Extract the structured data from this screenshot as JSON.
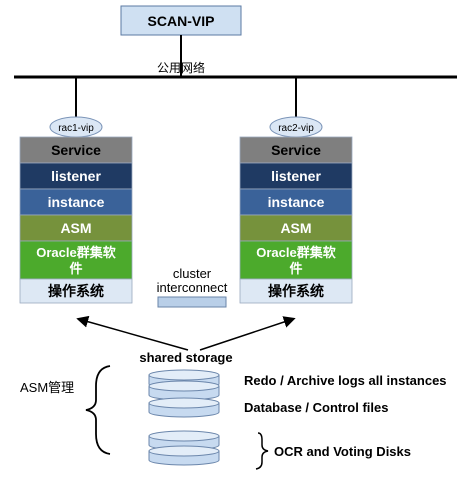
{
  "scan_vip": "SCAN-VIP",
  "public_network": "公用网络",
  "nodes": [
    {
      "vip": "rac1-vip",
      "layers": [
        {
          "label": "Service",
          "fill": "#7f7f7f",
          "text": "#000000"
        },
        {
          "label": "listener",
          "fill": "#1f3a63",
          "text": "#ffffff"
        },
        {
          "label": "instance",
          "fill": "#3a6299",
          "text": "#ffffff"
        },
        {
          "label": "ASM",
          "fill": "#76923c",
          "text": "#ffffff"
        },
        {
          "label": "Oracle群集软件",
          "fill": "#4caa2c",
          "text": "#ffffff"
        },
        {
          "label": "操作系统",
          "fill": "#dde8f4",
          "text": "#000000"
        }
      ]
    },
    {
      "vip": "rac2-vip",
      "layers": [
        {
          "label": "Service",
          "fill": "#7f7f7f",
          "text": "#000000"
        },
        {
          "label": "listener",
          "fill": "#1f3a63",
          "text": "#ffffff"
        },
        {
          "label": "instance",
          "fill": "#3a6299",
          "text": "#ffffff"
        },
        {
          "label": "ASM",
          "fill": "#76923c",
          "text": "#ffffff"
        },
        {
          "label": "Oracle群集软件",
          "fill": "#4caa2c",
          "text": "#ffffff"
        },
        {
          "label": "操作系统",
          "fill": "#dde8f4",
          "text": "#000000"
        }
      ]
    }
  ],
  "interconnect": "cluster interconnect",
  "shared_storage": "shared storage",
  "asm_mgmt": "ASM管理",
  "storage_items": [
    "Redo / Archive logs all instances",
    "Database / Control files",
    "OCR and Voting Disks"
  ],
  "colors": {
    "scan_box": "#cfe0f2",
    "vip_bubble": "#dbe7f5",
    "disk": "#c7daf0",
    "line": "#000000"
  }
}
